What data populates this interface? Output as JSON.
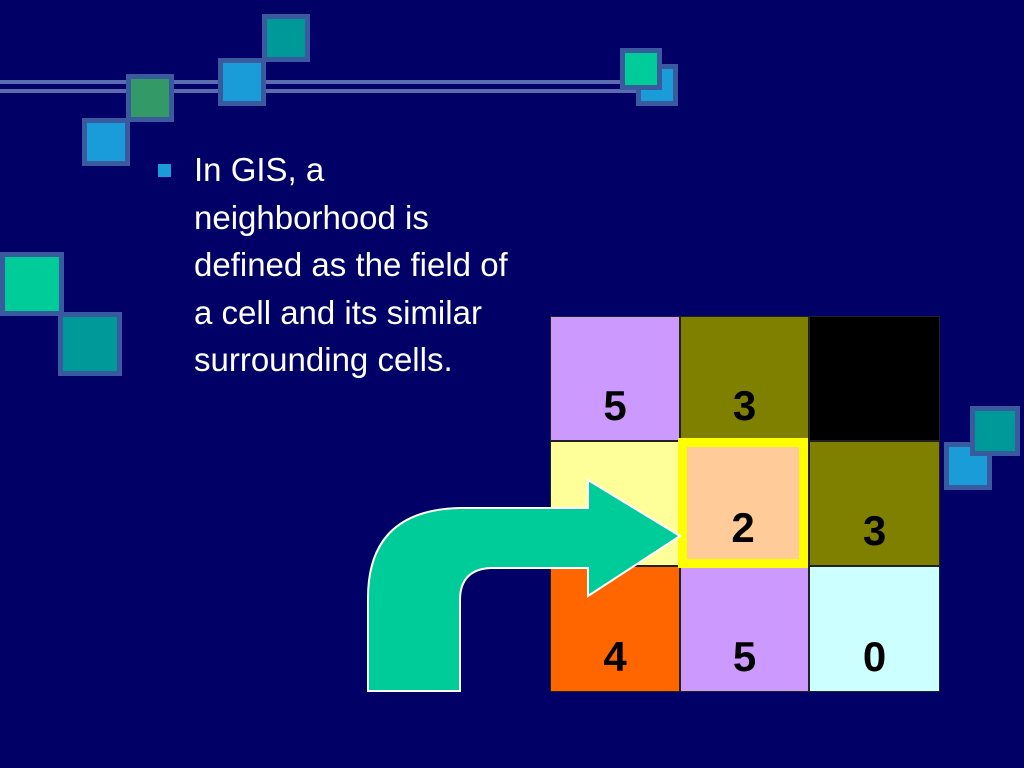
{
  "slide": {
    "background": "#000066",
    "bullet": {
      "marker_color": "#1a9cd8",
      "text": "In GIS, a neighborhood is defined as the field of a cell and its similar surrounding cells."
    }
  },
  "grid": {
    "rows": [
      [
        {
          "value": "5",
          "color": "#cc99ff"
        },
        {
          "value": "3",
          "color": "#808000"
        },
        {
          "value": "",
          "color": "#000000"
        }
      ],
      [
        {
          "value": "",
          "color": "#ffff99"
        },
        {
          "value": "2",
          "color": "#ffcc99"
        },
        {
          "value": "3",
          "color": "#808000"
        }
      ],
      [
        {
          "value": "4",
          "color": "#ff6600"
        },
        {
          "value": "5",
          "color": "#cc99ff"
        },
        {
          "value": "0",
          "color": "#ccffff"
        }
      ]
    ],
    "focus_outline_color": "#ffff00",
    "arrow_color": "#00cc99"
  },
  "decor": {
    "square_colors": [
      "#009999",
      "#1a9cd8",
      "#339966",
      "#00cc99"
    ]
  }
}
